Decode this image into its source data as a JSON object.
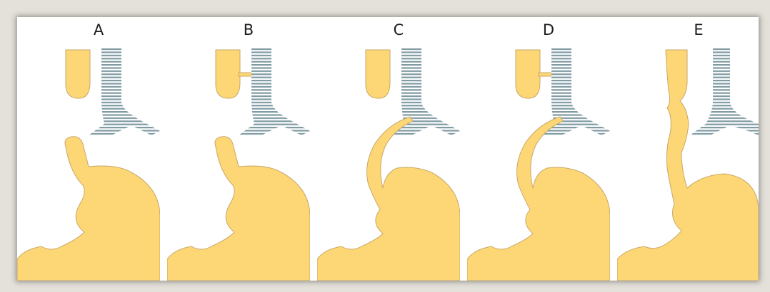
{
  "panels": [
    {
      "label": "A",
      "type": "pure-atresia"
    },
    {
      "label": "B",
      "type": "proximal-fistula"
    },
    {
      "label": "C",
      "type": "distal-fistula"
    },
    {
      "label": "D",
      "type": "double-fistula"
    },
    {
      "label": "E",
      "type": "h-type-fistula"
    }
  ],
  "colors": {
    "organ_fill": "#fdd675",
    "organ_stroke": "#c8a86a",
    "airway_stripe": "#7f9aa2",
    "frame": "#e4e1da"
  }
}
